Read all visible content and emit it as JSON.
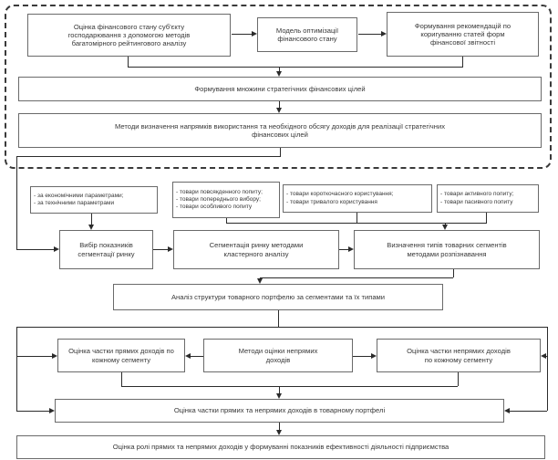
{
  "flowchart": {
    "strategy_block": {
      "assessment": "Оцінка фінансового стану суб'єкту\nгосподарювання з допомогою методів\nбагатомірного рейтингового аналізу",
      "optimization_model": "Модель оптимізації\nфінансового стану",
      "recommendations": "Формування рекомендацій по\nкоригуванню статей форм\nфінансової звітності",
      "strategic_goals": "Формування множини стратегічних фінансових цілей",
      "income_methods": "Методи визначення напрямків використання та необхідного обсягу доходів для реалізації стратегічних\nфінансових цілей"
    },
    "criteria_lists": {
      "parameters": "- за економічними параметрами;\n- за технічними параметрами",
      "demand_goods": "- товари повсякденного попиту;\n- товари попереднього вибору;\n- товари особливого попиту",
      "usage_goods": "- товари короткочасного користування;\n- товари тривалого користування",
      "activity_goods": "- товари активного попиту;\n- товари пасивного попиту"
    },
    "segmentation": {
      "select_indicators": "Вибір показників\nсегментації ринку",
      "cluster_segmentation": "Сегментація ринку методами\nкластерного аналізу",
      "type_recognition": "Визначення типів товарних сегментів\nметодами розпізнавання",
      "portfolio_analysis": "Аналіз структури товарного портфелю за сегментами та їх типами"
    },
    "income_assessment": {
      "direct_share": "Оцінка частки прямих доходів по\nкожному сегменту",
      "indirect_methods": "Методи оцінки непрямих\nдоходів",
      "indirect_share": "Оцінка частки непрямих доходів\nпо кожному сегменту",
      "portfolio_share": "Оцінка частки прямих та непрямих доходів в товарному портфелі",
      "role": "Оцінка ролі прямих та непрямих доходів у формуванні показників ефективності діяльності підприємства"
    }
  },
  "colors": {
    "box_border": "#6a6a6a",
    "line": "#2b2b2b",
    "dashed_border": "#3a3a3a",
    "text": "#383838",
    "background": "#ffffff"
  }
}
